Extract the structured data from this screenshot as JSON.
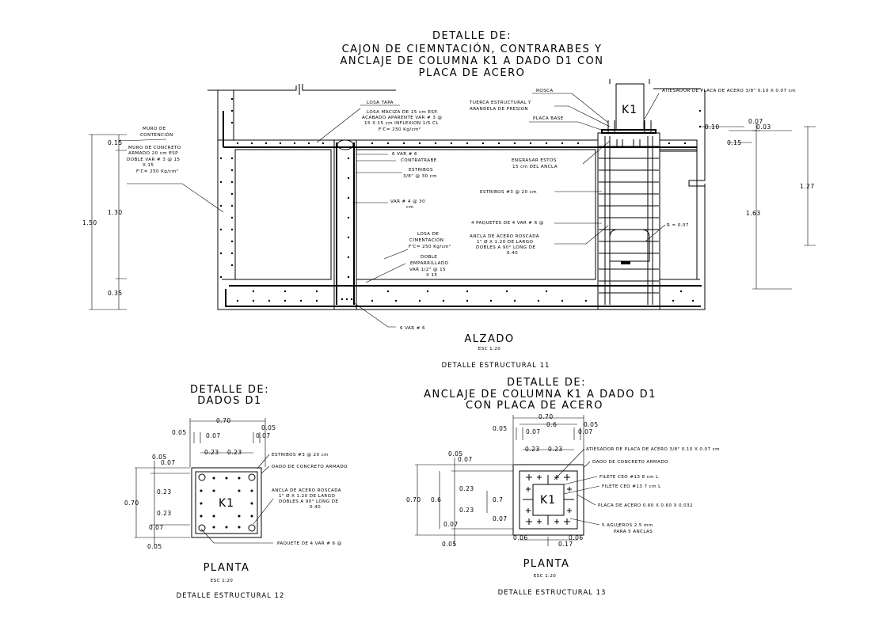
{
  "top": {
    "title": [
      "DETALLE  DE:",
      "CAJON DE CIEMNTACIÓN, CONTRARABES  Y",
      "ANCLAJE DE COLUMNA K1 A DADO D1 CON",
      "PLACA DE ACERO"
    ],
    "view": "ALZADO",
    "scale": "ESC 1:20",
    "detail": "DETALLE ESTRUCTURAL  11",
    "labels": {
      "losa_tapa": "LOSA TAPA",
      "losa_maciza": [
        "LOSA MACIZA DE 15 cm ESP.",
        "ACABADO APARENTE VAR # 3 @",
        "15 X 15 cm INFLEXION 1/5 CL",
        "F'C= 250 Kg/cm²"
      ],
      "muro": [
        "MURO DE",
        "CONTENCIÓN"
      ],
      "muro_concreto": [
        "MURO DE CONCRETO",
        "ARMADO 20 cm ESP.",
        "DOBLE  VAR # 3 @ 15",
        "X 15",
        "F'C= 250 Kg/cm²"
      ],
      "var6": "6 VAR # 6",
      "contratrabe": "CONTRATRABE",
      "estribos": [
        "ESTRIBOS",
        "3/8\" @ 30 cm"
      ],
      "var4": [
        "VAR # 4 @ 30",
        "cm"
      ],
      "losa_cim": [
        "LOSA DE",
        "CIMENTACIÓN",
        "F'C= 250 Kg/cm²"
      ],
      "doble_emp": [
        "DOBLE",
        "EMPARRILLADO",
        "VAR 1/2\" @ 15",
        "X 15"
      ],
      "var6_bottom": "6 VAR # 6",
      "rosca": "ROSCA",
      "tuerca": [
        "TUERCA ESTRUCTURAL Y",
        "ARANDELA DE PRESION"
      ],
      "placa_base": "PLACA BASE",
      "engrasar": [
        "ENGRASAR ESTOS",
        "15 cm DEL ANCLA"
      ],
      "estribos_dado": "ESTRIBOS #3 @ 20 cm",
      "paquetes": "4 PAQUETES DE 4 VAR # 6 @",
      "ancla": [
        "ANCLA DE ACERO ROSCADA",
        "1\" Ø  X  1.20 DE LARGO",
        "DOBLES A 90° LONG DE",
        "0.40"
      ],
      "r007": "R = 0.07",
      "atiesador": "ATIESADOR DE PLACA DE ACERO 3/8\" 0.10 X 0.07 cm",
      "k1": "K1"
    },
    "dims": {
      "d015": "0.15",
      "d130": "1.30",
      "d150": "1.50",
      "d035": "0.35",
      "d010": "0.10",
      "d007": "0.07",
      "d003": "0.03",
      "d015b": "0.15",
      "d127": "1.27",
      "d163": "1.63"
    }
  },
  "left": {
    "title": [
      "DETALLE  DE:",
      "DADOS D1"
    ],
    "view": "PLANTA",
    "scale": "ESC 1:20",
    "detail": "DETALLE ESTRUCTURAL  12",
    "k1": "K1",
    "labels": {
      "estribos": "ESTRIBOS #3 @ 20 cm",
      "dado": "DADO DE CONCRETO ARMADO",
      "ancla": [
        "ANCLA DE ACERO ROSCADA",
        "1\" Ø  X  1.20 DE LARGO",
        "DOBLES A 90° LONG DE",
        "0.40"
      ],
      "paquete": "PAQUETE DE 4 VAR # 6 @"
    },
    "dims": {
      "d070": "0.70",
      "d005a": "0.05",
      "d005b": "0.05",
      "d007a": "0.07",
      "d007b": "0.07",
      "d023a": "0.23",
      "d023b": "0.23",
      "v005": "0.05",
      "v007": "0.07",
      "v070": "0.70",
      "v023a": "0.23",
      "v023b": "0.23",
      "v007b": "0.07",
      "v005b": "0.05"
    }
  },
  "right": {
    "title": [
      "DETALLE  DE:",
      "ANCLAJE DE COLUMNA K1 A DADO D1",
      "CON PLACA DE ACERO"
    ],
    "view": "PLANTA",
    "scale": "ESC 1:20",
    "detail": "DETALLE ESTRUCTURAL  13",
    "k1": "K1",
    "labels": {
      "atiesador": "ATIESADOR DE PLACA DE ACERO 3/8\" 0.10 X 0.07 cm",
      "dado": "DADO DE CONCRETO ARMADO",
      "filete1": "FILETE CEO #13 8 cm L",
      "filete2": "FILETE CEO #13  7 cm L",
      "placa": "PLACA DE ACERO 0.60 X 0.60 X 0.032",
      "agujeros": [
        "5 AGUJEROS 2.5 mm",
        "PARA 5 ANCLAS"
      ]
    },
    "dims": {
      "d070": "0.70",
      "d06": "0.6",
      "d005a": "0.05",
      "d005b": "0.05",
      "d007a": "0.07",
      "d007b": "0.07",
      "d023a": "0.23",
      "d023b": "0.23",
      "v005": "0.05",
      "v007": "0.07",
      "v070": "0.70",
      "v06": "0.6",
      "v023a": "0.23",
      "v023b": "0.23",
      "v07": "0.7",
      "v007b": "0.07",
      "v005b": "0.05",
      "b006a": "0.06",
      "b006b": "0.06",
      "b017": "0.17"
    }
  }
}
